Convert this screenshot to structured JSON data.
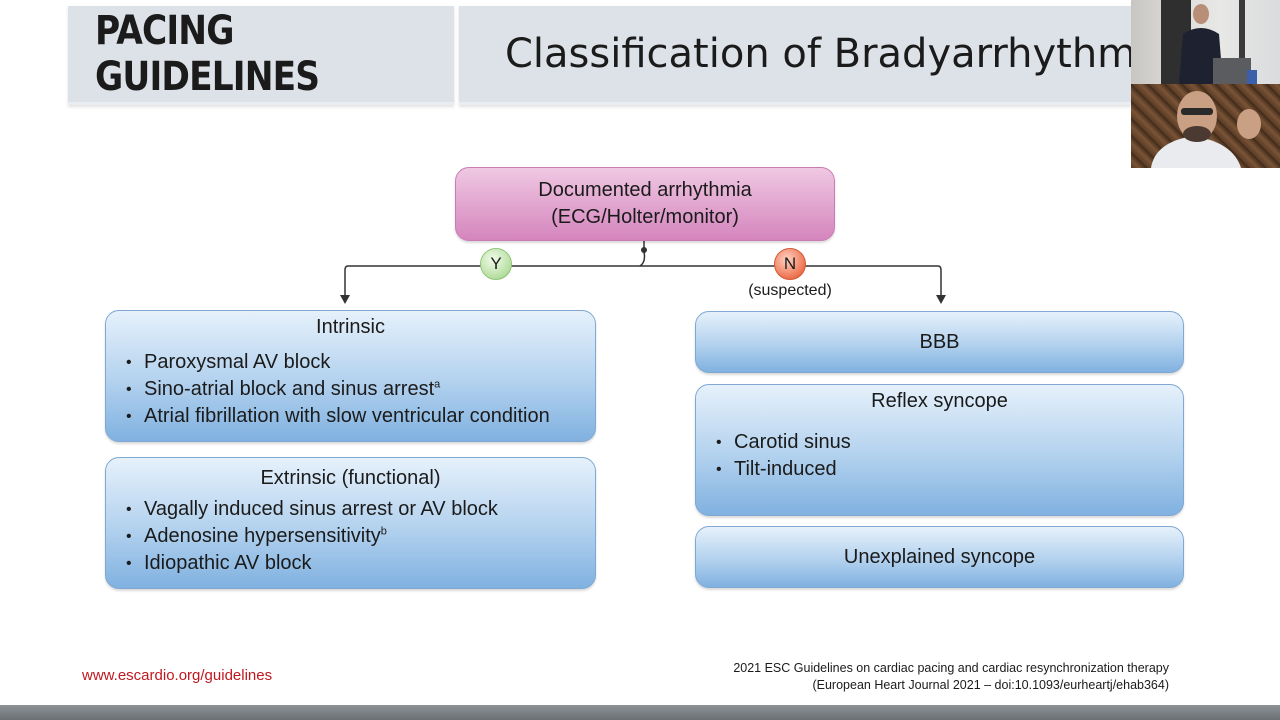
{
  "header": {
    "left_title": "PACING GUIDELINES",
    "right_title": "Classification of Bradyarrhythm"
  },
  "root": {
    "line1": "Documented arrhythmia",
    "line2": "(ECG/Holter/monitor)"
  },
  "badges": {
    "yes": "Y",
    "no": "N",
    "no_note": "(suspected)"
  },
  "intrinsic": {
    "title": "Intrinsic",
    "items": [
      "Paroxysmal AV block",
      "Sino-atrial block and sinus arrest",
      "Atrial fibrillation with slow ventricular condition"
    ],
    "item2_sup": "a"
  },
  "extrinsic": {
    "title": "Extrinsic (functional)",
    "items": [
      "Vagally induced sinus arrest or AV block",
      "Adenosine hypersensitivity",
      "Idiopathic AV block"
    ],
    "item2_sup": "b"
  },
  "bbb": {
    "title": "BBB"
  },
  "reflex": {
    "title": "Reflex syncope",
    "items": [
      "Carotid sinus",
      "Tilt-induced"
    ]
  },
  "unexplained": {
    "title": "Unexplained syncope"
  },
  "footer": {
    "link": "www.escardio.org/guidelines",
    "citation_line1": "2021 ESC Guidelines on cardiac pacing and cardiac resynchronization therapy",
    "citation_line2": "(European Heart Journal 2021 – doi:10.1093/eurheartj/ehab364)"
  },
  "colors": {
    "root_box": "#d585bd",
    "blue_box": "#80b1e0",
    "yes_badge": "#b6dfa0",
    "no_badge": "#ee7350",
    "link": "#c0181f"
  }
}
